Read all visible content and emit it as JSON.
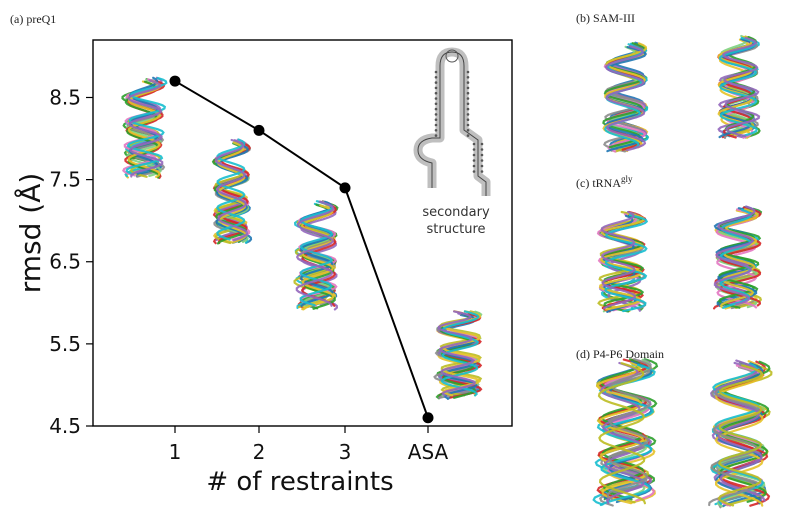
{
  "panels": {
    "a": "(a) preQ1",
    "b": "(b) SAM-III",
    "c_prefix": "(c) tRNA",
    "c_sup": "gly",
    "d": "(d) P4-P6 Domain"
  },
  "inset": {
    "line1": "secondary",
    "line2": "structure"
  },
  "chart_data": {
    "type": "line",
    "categories": [
      "1",
      "2",
      "3",
      "ASA"
    ],
    "values": [
      8.7,
      8.1,
      7.4,
      4.6
    ],
    "title": "",
    "xlabel": "# of restraints",
    "ylabel": "rmsd (Å)",
    "ylim": [
      4.5,
      9.2
    ],
    "yticks": [
      "4.5",
      "5.5",
      "6.5",
      "7.5",
      "8.5"
    ],
    "grid": false,
    "line_color": "#000000",
    "marker": "filled-circle"
  },
  "ensemble_colors": [
    "#d62728",
    "#2ca02c",
    "#1f77b4",
    "#e6c229",
    "#17becf",
    "#9467bd",
    "#8c8c8c",
    "#bcbd22",
    "#7fd17f",
    "#e377c2"
  ]
}
